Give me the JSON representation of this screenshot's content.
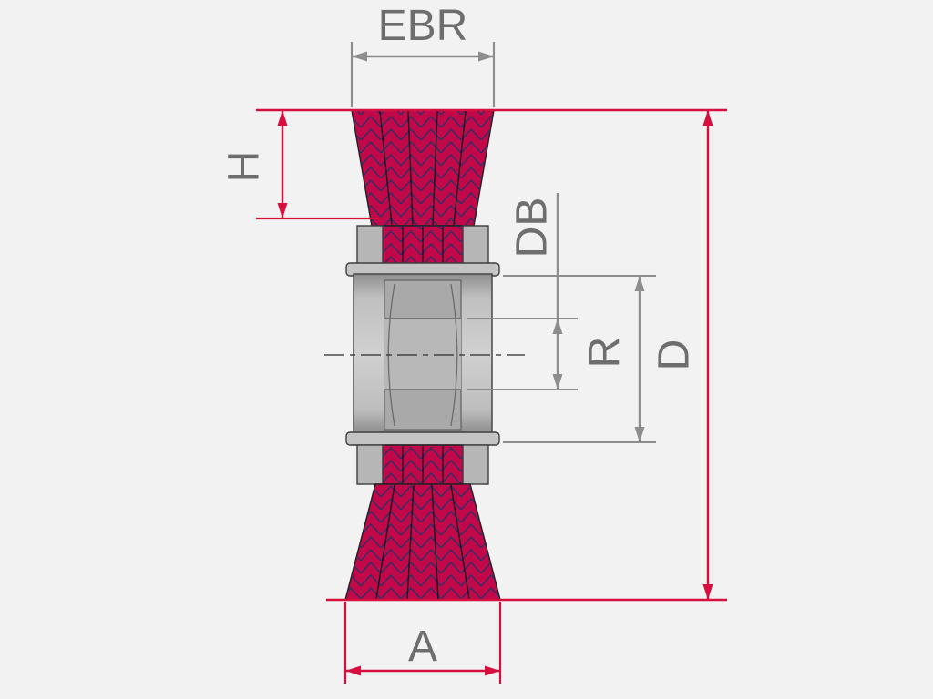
{
  "diagram": {
    "labels": {
      "ebr": "EBR",
      "h": "H",
      "db": "DB",
      "r": "R",
      "d": "D",
      "a": "A"
    },
    "colors": {
      "background": "#f2f2f2",
      "bristle_fill": "#c1094a",
      "bristle_hatch": "#2a2f66",
      "dimension_red": "#d60f3f",
      "dimension_gray": "#8d8d8d",
      "label_text": "#6e6e6e",
      "hub_light": "#cfcfcf",
      "hub_mid": "#b6b6b6",
      "hub_dark": "#8c8c8c",
      "outline": "#222222"
    }
  }
}
